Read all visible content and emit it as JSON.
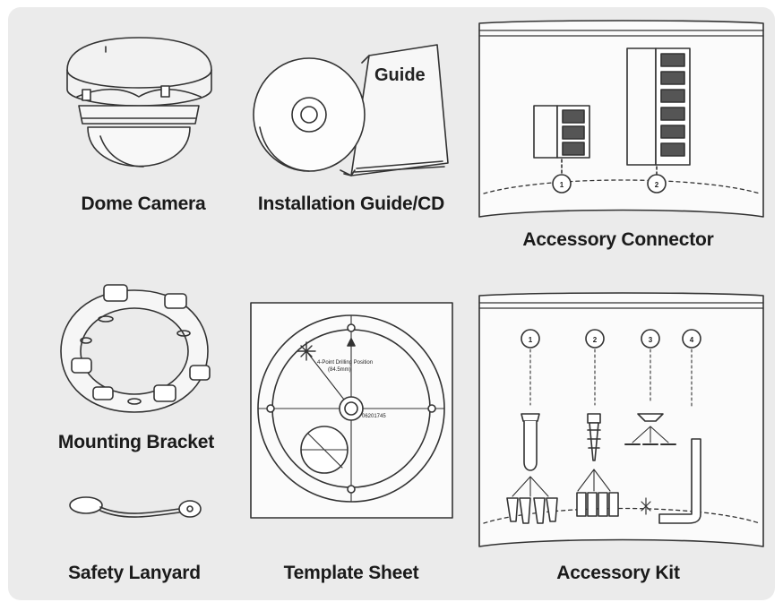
{
  "items": {
    "dome_camera": {
      "label": "Dome Camera"
    },
    "installation_guide_cd": {
      "label": "Installation Guide/CD",
      "guide_cover_text": "Guide"
    },
    "accessory_connector": {
      "label": "Accessory Connector",
      "markers": [
        "1",
        "2"
      ]
    },
    "mounting_bracket": {
      "label": "Mounting Bracket"
    },
    "template_sheet": {
      "label": "Template Sheet",
      "note_line1": "4-Point Drilling Position",
      "note_line2": "(84.5mm)",
      "part_code": "06201745"
    },
    "safety_lanyard": {
      "label": "Safety Lanyard"
    },
    "accessory_kit": {
      "label": "Accessory Kit",
      "markers": [
        "1",
        "2",
        "3",
        "4"
      ]
    }
  },
  "colors": {
    "panel_bg": "#ebebeb",
    "line": "#333333",
    "light_fill": "#f7f7f7",
    "page_bg": "#ffffff"
  }
}
